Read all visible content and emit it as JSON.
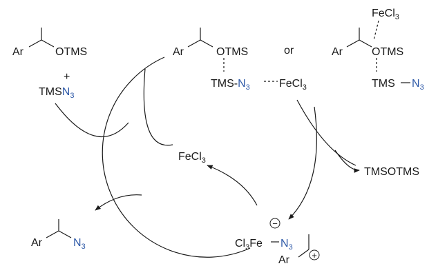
{
  "substrate": {
    "aryl": "Ar",
    "oxygen_group": "OTMS",
    "plus": "+",
    "reagent": "TMS",
    "reagent_azide": "N",
    "reagent_azide_sub": "3"
  },
  "complex_a": {
    "aryl": "Ar",
    "oxygen_group": "OTMS",
    "tms": "TMS-",
    "azide": "N",
    "azide_sub": "3",
    "dash_link": "---",
    "fecl": "FeCl",
    "fecl_sub": "3"
  },
  "or_label": "or",
  "complex_b": {
    "fecl": "FeCl",
    "fecl_sub": "3",
    "aryl": "Ar",
    "oxygen_group": "OTMS",
    "tms": "TMS",
    "azide": "N",
    "azide_sub": "3"
  },
  "catalyst": {
    "fecl": "FeCl",
    "fecl_sub": "3"
  },
  "byproduct": "TMSOTMS",
  "product": {
    "aryl": "Ar",
    "azide": "N",
    "azide_sub": "3"
  },
  "intermediate": {
    "cl": "Cl",
    "cl_sub": "3",
    "fe": "Fe",
    "minus": "−",
    "azide": "N",
    "azide_sub": "3",
    "cation_aryl": "Ar",
    "plus": "+"
  },
  "colors": {
    "azide": "#2f5aa8",
    "ink": "#1a1a1a"
  }
}
